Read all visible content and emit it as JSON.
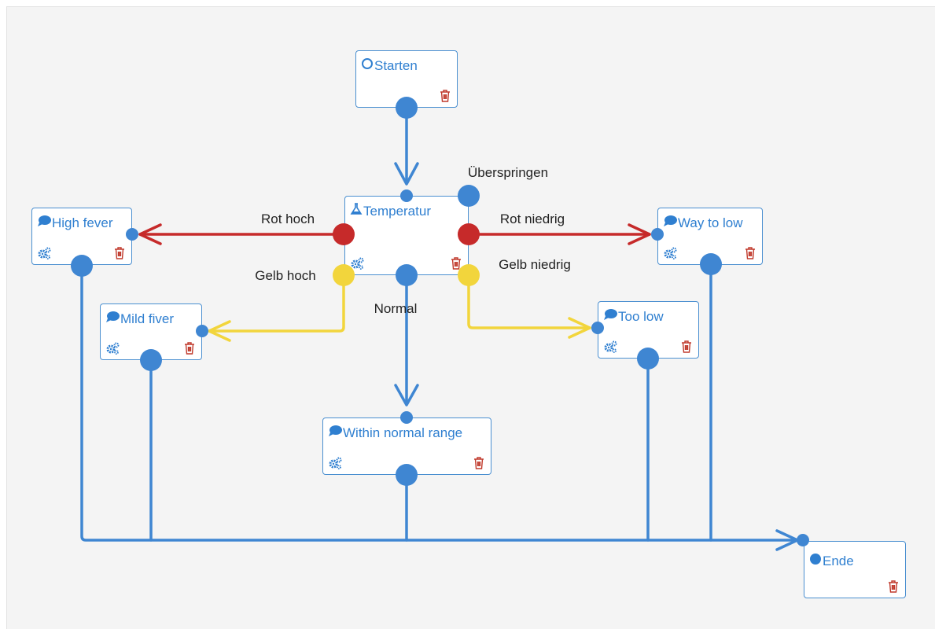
{
  "nodes": {
    "start": {
      "title": "Starten",
      "icon": "circle-outline-icon"
    },
    "temperature": {
      "title": "Temperatur",
      "icon": "flask-icon"
    },
    "high_fever": {
      "title": "High fever",
      "icon": "speech-bubble-icon"
    },
    "mild_fever": {
      "title": "Mild fiver",
      "icon": "speech-bubble-icon"
    },
    "normal_range": {
      "title": "Within normal range",
      "icon": "speech-bubble-icon"
    },
    "too_low": {
      "title": "Too low",
      "icon": "speech-bubble-icon"
    },
    "way_to_low": {
      "title": "Way to low",
      "icon": "speech-bubble-icon"
    },
    "end": {
      "title": "Ende",
      "icon": "filled-circle-icon"
    }
  },
  "edges": {
    "skip": "Überspringen",
    "red_high": "Rot hoch",
    "red_low": "Rot niedrig",
    "yellow_high": "Gelb hoch",
    "yellow_low": "Gelb niedrig",
    "normal": "Normal"
  },
  "colors": {
    "wire_blue": "#3f86d2",
    "wire_red": "#c62a2a",
    "wire_yellow": "#f2d53c",
    "node_border": "#4a8fd0",
    "trash_red": "#c0392b"
  }
}
